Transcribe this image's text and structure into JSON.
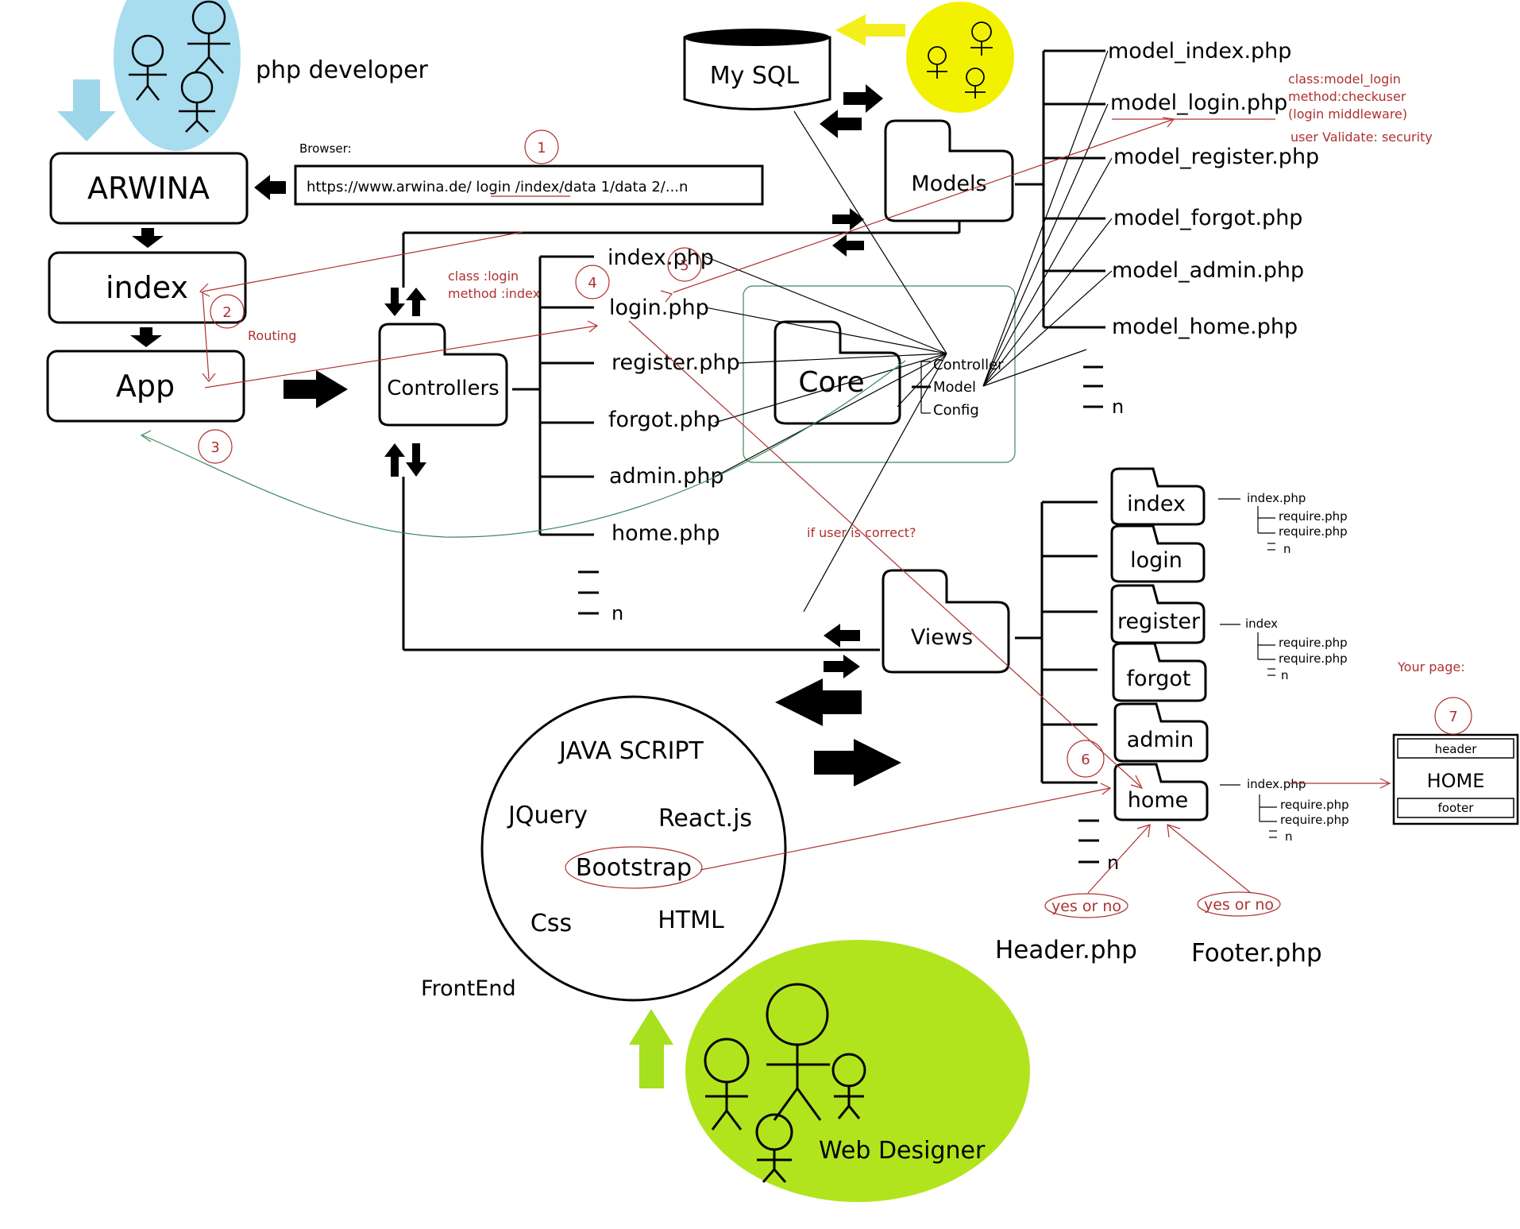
{
  "labels": {
    "php_developer": "php developer",
    "arwina": "ARWINA",
    "index_box": "index",
    "app_box": "App",
    "routing": "Routing",
    "browser_label": "Browser:",
    "url": "https://www.arwina.de/ login /index/data 1/data 2/...n",
    "mysql": "My SQL",
    "models": "Models",
    "controllers": "Controllers",
    "core": "Core",
    "views": "Views",
    "class_login": "class :login",
    "method_index": "method :index",
    "model_note_1": "class:model_login",
    "model_note_2": "method:checkuser",
    "model_note_3": "(login middleware)",
    "model_note_4": "user Validate: security",
    "if_user_correct": "if user is correct?",
    "your_page": "Your page:",
    "frontend": "FrontEnd",
    "web_designer": "Web Designer",
    "header_php": "Header.php",
    "footer_php": "Footer.php",
    "yes_or_no_1": "yes or no",
    "yes_or_no_2": "yes or no",
    "n": "n"
  },
  "controller_files": [
    "index.php",
    "login.php",
    "register.php",
    "forgot.php",
    "admin.php",
    "home.php"
  ],
  "model_files": [
    "model_index.php",
    "model_login.php",
    "model_register.php",
    "model_forgot.php",
    "model_admin.php",
    "model_home.php"
  ],
  "core_items": [
    "Controller",
    "Model",
    "Config"
  ],
  "view_folders": [
    "index",
    "login",
    "register",
    "forgot",
    "admin",
    "home"
  ],
  "view_index_tree": [
    "index.php",
    "require.php",
    "require.php",
    "n"
  ],
  "view_register_tree": [
    "index",
    "require.php",
    "require.php",
    "n"
  ],
  "view_home_tree": [
    "index.php",
    "require.php",
    "require.php",
    "n"
  ],
  "home_page": {
    "header": "header",
    "title": "HOME",
    "footer": "footer"
  },
  "frontend_circle": {
    "title": "JAVA SCRIPT",
    "items": [
      "JQuery",
      "React.js",
      "Bootstrap",
      "Css",
      "HTML"
    ]
  },
  "steps": [
    "1",
    "2",
    "3",
    "4",
    "5",
    "6",
    "7"
  ],
  "colors": {
    "developer_bubble": "#a8dcef",
    "mysql_bubble": "#f2f200",
    "designer_bubble": "#b2e41e",
    "arrow_blue": "#9fd6ea",
    "arrow_yellow": "#f4ef1c",
    "arrow_green": "#a6e01e",
    "red": "#b03030",
    "green_line": "#3a8a5a"
  }
}
